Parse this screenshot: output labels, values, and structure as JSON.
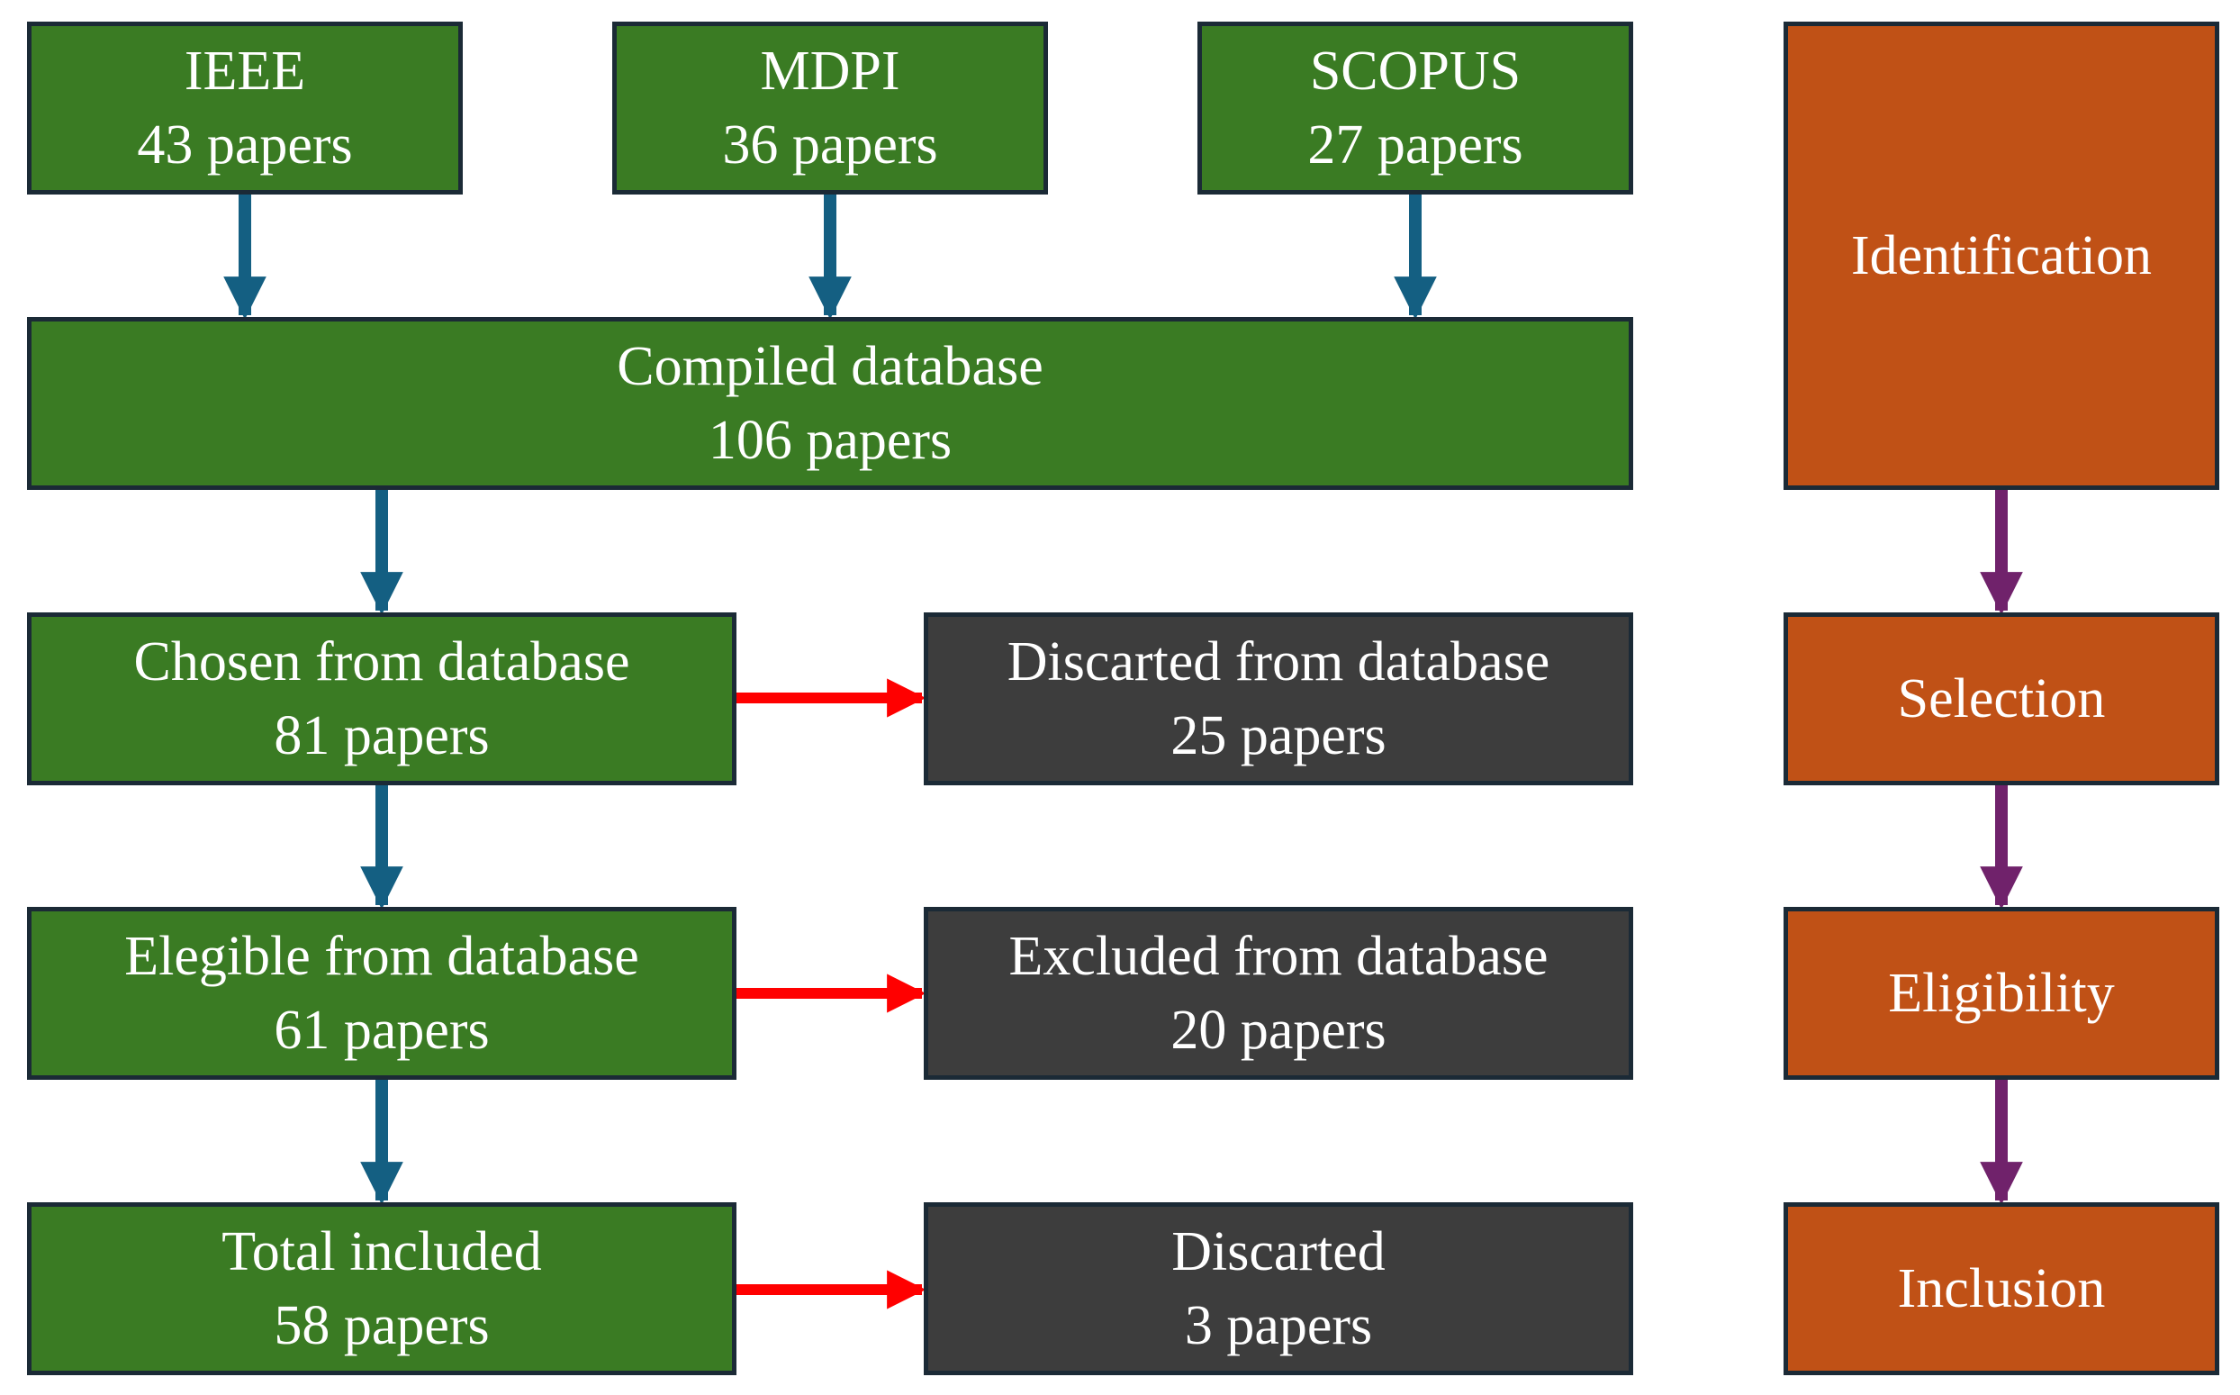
{
  "colors": {
    "source_box": "#3a7b23",
    "discard_box": "#3d3d3d",
    "stage_box": "#c05116",
    "box_border": "#1b2a36",
    "flow_arrow": "#145f82",
    "discard_arrow": "#ff0000",
    "stage_arrow": "#70226b"
  },
  "sources": [
    {
      "name": "IEEE",
      "count": "43 papers"
    },
    {
      "name": "MDPI",
      "count": "36 papers"
    },
    {
      "name": "SCOPUS",
      "count": "27 papers"
    }
  ],
  "compiled": {
    "label": "Compiled database",
    "count": "106 papers"
  },
  "chosen": {
    "label": "Chosen from database",
    "count": "81 papers"
  },
  "discarded_db": {
    "label": "Discarted from database",
    "count": "25 papers"
  },
  "elegible": {
    "label": "Elegible from database",
    "count": "61 papers"
  },
  "excluded": {
    "label": "Excluded from database",
    "count": "20 papers"
  },
  "total": {
    "label": "Total included",
    "count": "58 papers"
  },
  "discarded_final": {
    "label": "Discarted",
    "count": "3 papers"
  },
  "stages": {
    "identification": "Identification",
    "selection": "Selection",
    "eligibility": "Eligibility",
    "inclusion": "Inclusion"
  }
}
